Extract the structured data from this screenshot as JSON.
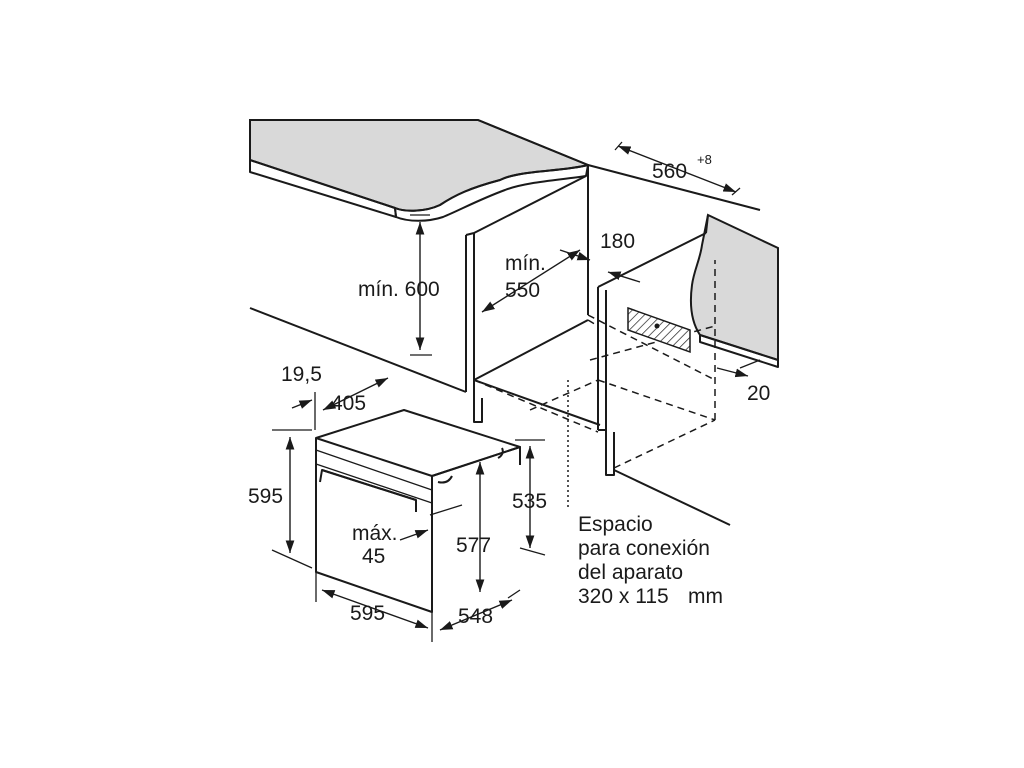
{
  "labels": {
    "min_600": "mín. 600",
    "min_label": "mín.",
    "val_550": "550",
    "val_180": "180",
    "val_560": "560",
    "sup_8": "+8",
    "val_20": "20",
    "val_19_5": "19,5",
    "val_405": "405",
    "val_595_h": "595",
    "val_535": "535",
    "max_label": "máx.",
    "val_45": "45",
    "val_577": "577",
    "val_595_w": "595",
    "val_548": "548",
    "note_1": "Espacio",
    "note_2": "para conexión",
    "note_3": "del aparato",
    "note_4": "320 x 115",
    "note_unit": "mm"
  },
  "colors": {
    "line": "#1a1a1a",
    "surface": "#d9d9d9",
    "background": "#ffffff"
  }
}
